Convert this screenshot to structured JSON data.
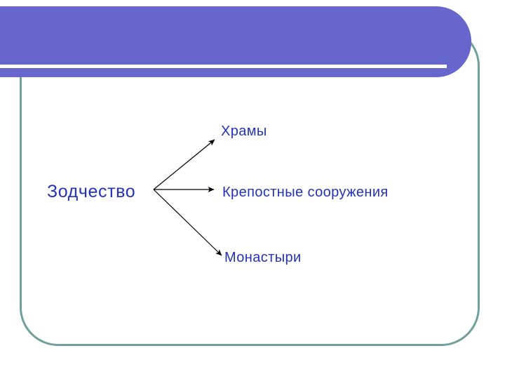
{
  "theme": {
    "background_color": "#ffffff",
    "band_color": "#6666cc",
    "band_stripe_color": "#ffffff",
    "frame_border_color": "#6f9f9f",
    "diagram_text_color": "#2233bb",
    "arrow_color": "#000000"
  },
  "diagram": {
    "root": {
      "label": "Зодчество"
    },
    "branches": [
      {
        "label": "Храмы"
      },
      {
        "label": "Крепостные сооружения"
      },
      {
        "label": "Монастыри"
      }
    ]
  }
}
